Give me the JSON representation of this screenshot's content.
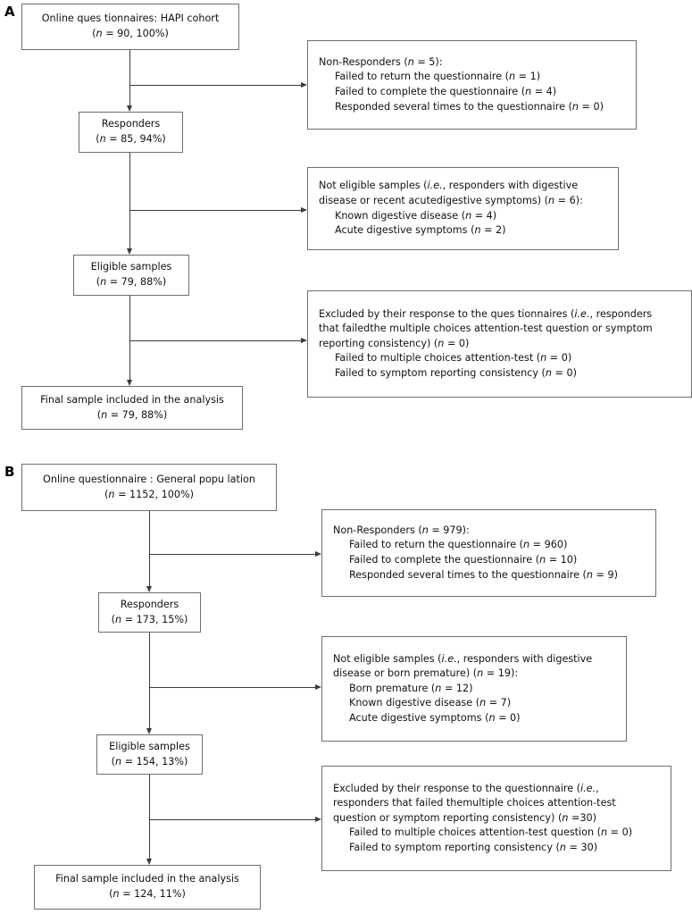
{
  "figure": {
    "type": "flowchart",
    "panels": [
      {
        "label": "A",
        "flow": [
          {
            "name": "source",
            "lines": [
              {
                "text": "Online ques tionnaires: HAPI cohort"
              },
              {
                "text": "(n = 90, 100%)",
                "italic_n": true
              }
            ]
          },
          {
            "name": "responders",
            "lines": [
              {
                "text": "Responders"
              },
              {
                "text": "(n = 85, 94%)",
                "italic_n": true
              }
            ]
          },
          {
            "name": "eligible-samples",
            "lines": [
              {
                "text": "Eligible samples"
              },
              {
                "text": "(n = 79, 88%)",
                "italic_n": true
              }
            ]
          },
          {
            "name": "final-sample",
            "lines": [
              {
                "text": "Final sample included in the analysis"
              },
              {
                "text": "(n = 79, 88%)",
                "italic_n": true
              }
            ]
          }
        ],
        "exclusions": [
          {
            "name": "non-responders",
            "lines": [
              {
                "text": "Non-Responders (n = 5):",
                "indent": false
              },
              {
                "text": "Failed to return the questionnaire (n = 1)",
                "indent": true
              },
              {
                "text": "Failed to complete the questionnaire (n = 4)",
                "indent": true
              },
              {
                "text": "Responded several times to the questionnaire (n = 0)",
                "indent": true
              }
            ]
          },
          {
            "name": "not-eligible-samples",
            "lines": [
              {
                "text": "Not eligible samples (i.e., responders with digestive",
                "indent": false
              },
              {
                "text": "disease or recent acutedigestive symptoms) (n = 6):",
                "indent": false
              },
              {
                "text": "Known digestive disease (n = 4)",
                "indent": true
              },
              {
                "text": "Acute digestive symptoms (n = 2)",
                "indent": true
              }
            ]
          },
          {
            "name": "excluded-by-response",
            "lines": [
              {
                "text": "Excluded by their response to the ques tionnaires (i.e., responders",
                "indent": false
              },
              {
                "text": "that failedthe multiple choices attention-test question or symptom",
                "indent": false
              },
              {
                "text": "reporting consistency) (n = 0)",
                "indent": false
              },
              {
                "text": "Failed to multiple choices attention-test (n = 0)",
                "indent": true
              },
              {
                "text": "Failed to symptom reporting consistency (n = 0)",
                "indent": true
              }
            ]
          }
        ]
      },
      {
        "label": "B",
        "flow": [
          {
            "name": "source",
            "lines": [
              {
                "text": "Online questionnaire : General popu lation"
              },
              {
                "text": "(n = 1152, 100%)",
                "italic_n": true
              }
            ]
          },
          {
            "name": "responders",
            "lines": [
              {
                "text": "Responders"
              },
              {
                "text": "(n = 173, 15%)",
                "italic_n": true
              }
            ]
          },
          {
            "name": "eligible-samples",
            "lines": [
              {
                "text": "Eligible samples"
              },
              {
                "text": "(n = 154, 13%)",
                "italic_n": true
              }
            ]
          },
          {
            "name": "final-sample",
            "lines": [
              {
                "text": "Final sample included in the analysis"
              },
              {
                "text": "(n = 124, 11%)",
                "italic_n": true
              }
            ]
          }
        ],
        "exclusions": [
          {
            "name": "non-responders",
            "lines": [
              {
                "text": "Non-Responders (n = 979):",
                "indent": false
              },
              {
                "text": "Failed to return the questionnaire (n = 960)",
                "indent": true
              },
              {
                "text": "Failed to complete the questionnaire (n = 10)",
                "indent": true
              },
              {
                "text": "Responded several times to the questionnaire (n = 9)",
                "indent": true
              }
            ]
          },
          {
            "name": "not-eligible-samples",
            "lines": [
              {
                "text": "Not eligible samples (i.e., responders with digestive",
                "indent": false
              },
              {
                "text": "disease or born premature) (n = 19):",
                "indent": false
              },
              {
                "text": "Born premature (n = 12)",
                "indent": true
              },
              {
                "text": "Known digestive disease (n = 7)",
                "indent": true
              },
              {
                "text": "Acute digestive symptoms (n = 0)",
                "indent": true
              }
            ]
          },
          {
            "name": "excluded-by-response",
            "lines": [
              {
                "text": "Excluded by their response to the questionnaire (i.e.,",
                "indent": false
              },
              {
                "text": "responders that failed themultiple choices attention-test",
                "indent": false
              },
              {
                "text": "question or symptom reporting consistency) (n =30)",
                "indent": false
              },
              {
                "text": "Failed to multiple choices attention-test question (n = 0)",
                "indent": true
              },
              {
                "text": "Failed to symptom reporting consistency (n = 30)",
                "indent": true
              }
            ]
          }
        ]
      }
    ],
    "colors": {
      "box_border": "#6e6e6e",
      "connector": "#3b3b3b",
      "text": "#111111",
      "background": "#ffffff"
    }
  }
}
